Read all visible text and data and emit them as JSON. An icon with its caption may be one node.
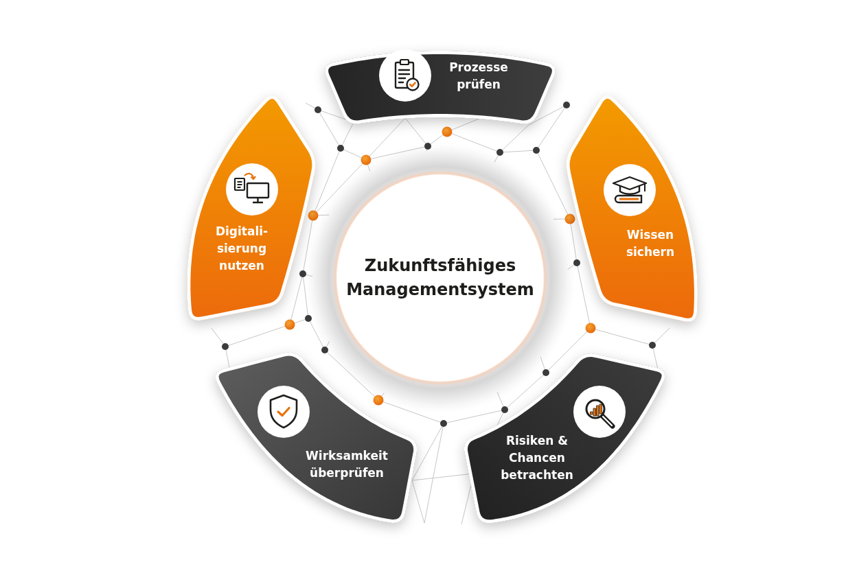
{
  "diagram": {
    "nodes": [
      {
        "text": [
          "Zukunftsfähiges Managementsystem"
        ]
      },
      {
        "text": [
          "Prozesse prüfen"
        ]
      },
      {
        "text": [
          "Wissen sichern"
        ]
      },
      {
        "text": [
          "Risiken & Chancen betrachten"
        ]
      },
      {
        "text": [
          "Wirksamkeit überprüfen"
        ]
      },
      {
        "text": [
          "Digitali- sierung nutzen"
        ]
      }
    ]
  }
}
